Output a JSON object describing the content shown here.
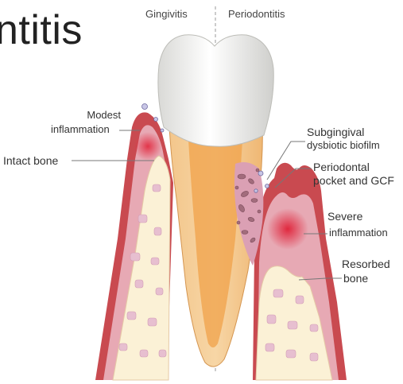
{
  "slide_title": "ntitis",
  "headers": {
    "left": "Gingivitis",
    "right": "Periodontitis"
  },
  "labels": {
    "modest_1": "Modest",
    "modest_2": "inflammation",
    "intact_bone": "Intact bone",
    "subgingival_1": "Subgingival",
    "subgingival_2": "dysbiotic biofilm",
    "pocket_1": "Periodontal",
    "pocket_2": "pocket and GCF",
    "severe_1": "Severe",
    "severe_2": "inflammation",
    "resorbed_1": "Resorbed",
    "resorbed_2": "bone"
  },
  "colors": {
    "enamel": "#f4f4f2",
    "dentin": "#f2c48a",
    "pulp": "#f0a24a",
    "gum": "#c94a50",
    "gum_inner": "#e7a9b4",
    "bone": "#fbf1d6",
    "bone_holes": "#e7bfd0",
    "biofilm": "#a26c7c",
    "leader": "#777777"
  }
}
